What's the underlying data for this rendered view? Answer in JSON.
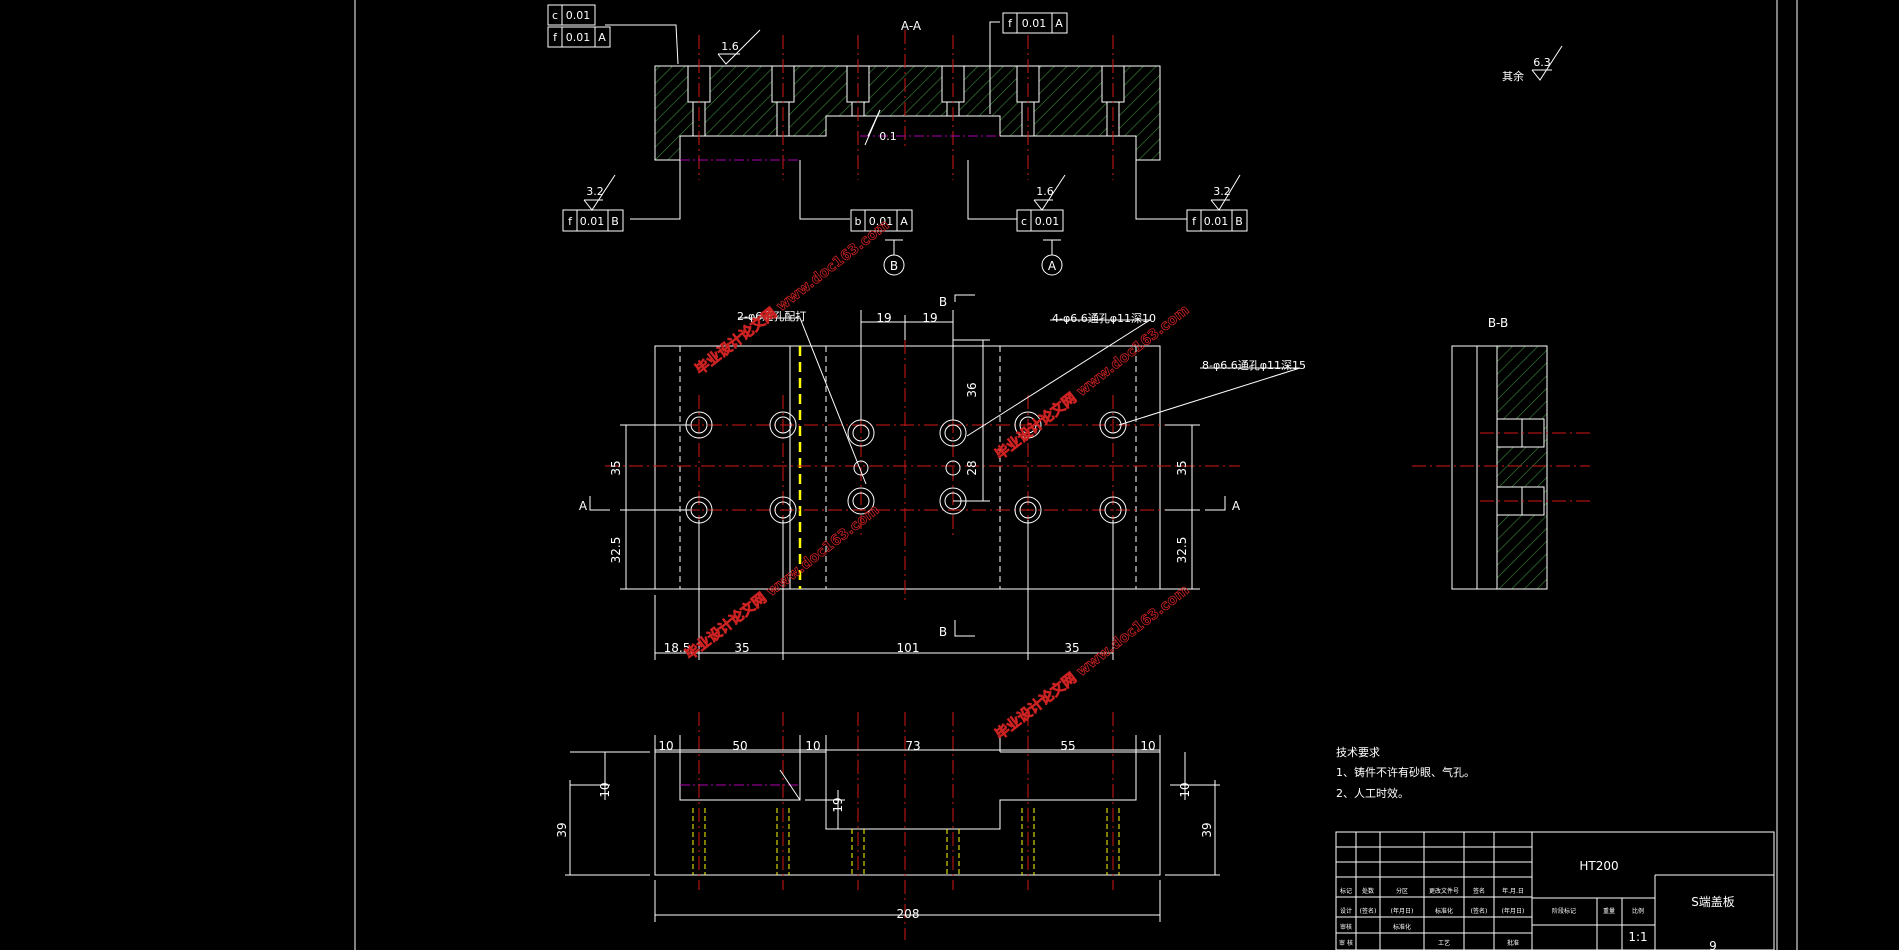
{
  "drawing": {
    "section_aa_title": "A-A",
    "section_bb_title": "B-B",
    "cut_a_label": "A",
    "cut_b_label": "B",
    "surface_finish_other": "其余",
    "rough_6_3": "6.3",
    "rough_1_6": "1.6",
    "rough_3_2": "3.2",
    "rough_0_1": "0.1"
  },
  "tolerance_frames": {
    "tl1": [
      "c",
      "0.01"
    ],
    "tl2": [
      "f",
      "0.01",
      "A"
    ],
    "top": [
      "f",
      "0.01",
      "A"
    ],
    "l": [
      "f",
      "0.01",
      "B"
    ],
    "b": [
      "b",
      "0.01",
      "A"
    ],
    "c": [
      "c",
      "0.01"
    ],
    "r": [
      "f",
      "0.01",
      "B"
    ]
  },
  "datums": {
    "datum_b": "B",
    "datum_a": "A"
  },
  "callouts": {
    "pin_holes": "2-φ6通孔配打",
    "holes_4": "4-φ6.6通孔φ11深10",
    "holes_8": "8-φ6.6通孔φ11深15"
  },
  "dimensions": {
    "d19a": "19",
    "d19b": "19",
    "d36": "36",
    "d28": "28",
    "d35l": "35",
    "d35r": "35",
    "d32l": "32.5",
    "d32r": "32.5",
    "d18": "18.5",
    "d35b1": "35",
    "d101": "101",
    "d35b2": "35",
    "d10a": "10",
    "d50": "50",
    "d10b": "10",
    "d73": "73",
    "d55": "55",
    "d10c": "10",
    "d10l": "10",
    "d19v": "19",
    "d39l": "39",
    "d10r": "10",
    "d39r": "39",
    "d208": "208"
  },
  "tech_requirements": {
    "title": "技术要求",
    "items": [
      "1、铸件不许有砂眼、气孔。",
      "2、人工时效。"
    ]
  },
  "title_block": {
    "material": "HT200",
    "part_name": "S端盖板",
    "scale": "1:1",
    "sheet_no": "9",
    "row1": [
      "标记",
      "处数",
      "分区",
      "更改文件号",
      "签名",
      "年.月.日"
    ],
    "row2": [
      "设计",
      "(签名)",
      "(年月日)",
      "标准化",
      "(签名)",
      "(年月日)"
    ],
    "stage_labels": [
      "阶段标记",
      "重量",
      "比例"
    ],
    "review": "审核",
    "approve_short": "审 核",
    "process": "工艺",
    "approve": "批准",
    "label_extra": "标准化"
  },
  "watermarks": [
    "毕业设计论文网 www.doc163.com",
    "毕业设计论文网 www.doc163.com",
    "毕业设计论文网 www.doc163.com",
    "毕业设计论文网 www.doc163.com"
  ],
  "colors": {
    "line": "#ffffff",
    "center": "#d01818",
    "hatch": "#2f7a2f",
    "phantom": "#b000b0",
    "hidden": "#ffff00"
  }
}
